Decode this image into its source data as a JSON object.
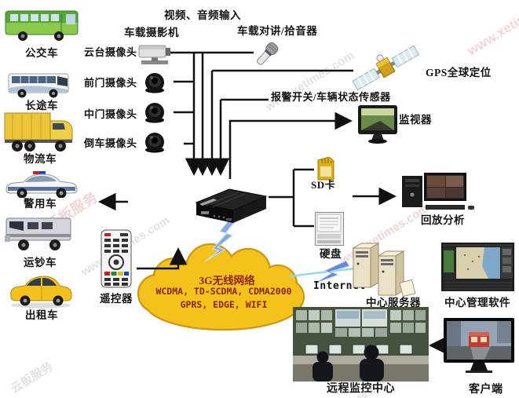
{
  "watermark": {
    "brand": "云板服务",
    "site": "www.xetimes.com"
  },
  "top_labels": {
    "video_audio_input": "视频、音频输入",
    "vehicle_camera": "车载摄影机",
    "intercom": "车载对讲/拾音器"
  },
  "cameras": [
    {
      "label": "云台摄像头"
    },
    {
      "label": "前门摄像头"
    },
    {
      "label": "中门摄像头"
    },
    {
      "label": "倒车摄像头"
    }
  ],
  "vehicles": [
    {
      "label": "公交车"
    },
    {
      "label": "长途车"
    },
    {
      "label": "物流车"
    },
    {
      "label": "警用车"
    },
    {
      "label": "运钞车"
    },
    {
      "label": "出租车"
    }
  ],
  "gps": {
    "label": "GPS全球定位"
  },
  "alarm": {
    "label": "报警开关/车辆状态传感器"
  },
  "monitor": {
    "label": "监视器"
  },
  "storage": {
    "sd": "SD卡",
    "hdd": "硬盘"
  },
  "playback": {
    "label": "回放分析"
  },
  "internet": {
    "label": "Internet"
  },
  "server": {
    "label": "中心服务器"
  },
  "software": {
    "label": "中心管理软件"
  },
  "cloud": {
    "title": "3G无线网络",
    "line1": "WCDMA, TD-SCDMA, CDMA2000",
    "line2": "GPRS, EDGE, WIFI",
    "fill": "#F5C21B",
    "border": "#CE9612",
    "text_color": "#8B2500"
  },
  "remote": {
    "label": "遥控器"
  },
  "control_center": {
    "label": "远程监控中心"
  },
  "client": {
    "label": "客户端"
  },
  "colors": {
    "line": "#111111",
    "background": "#FFFFFF"
  }
}
